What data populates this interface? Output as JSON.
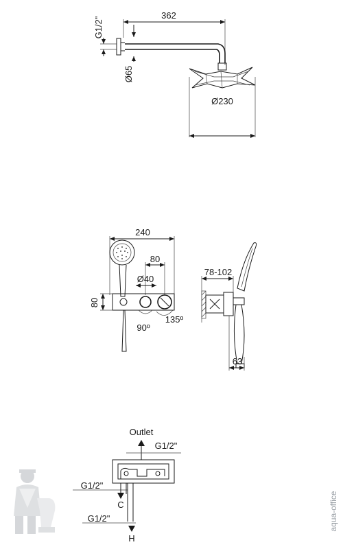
{
  "shower_head_view": {
    "arm_length": "362",
    "inlet_thread": "G1/2\"",
    "flange_diameter": "Ø65",
    "head_diameter": "Ø230"
  },
  "mixer_front_view": {
    "overall_width": "240",
    "handle_spacing": "80",
    "handle_diameter": "Ø40",
    "height": "80",
    "rotation_left": "90º",
    "rotation_right": "135º"
  },
  "mixer_side_view": {
    "installation_depth": "78-102",
    "projection": "63"
  },
  "connection_view": {
    "outlet_label": "Outlet",
    "outlet_thread": "G1/2\"",
    "cold_thread": "G1/2\"",
    "cold_label": "C",
    "hot_thread": "G1/2\"",
    "hot_label": "H"
  },
  "watermark": "aqua-office"
}
